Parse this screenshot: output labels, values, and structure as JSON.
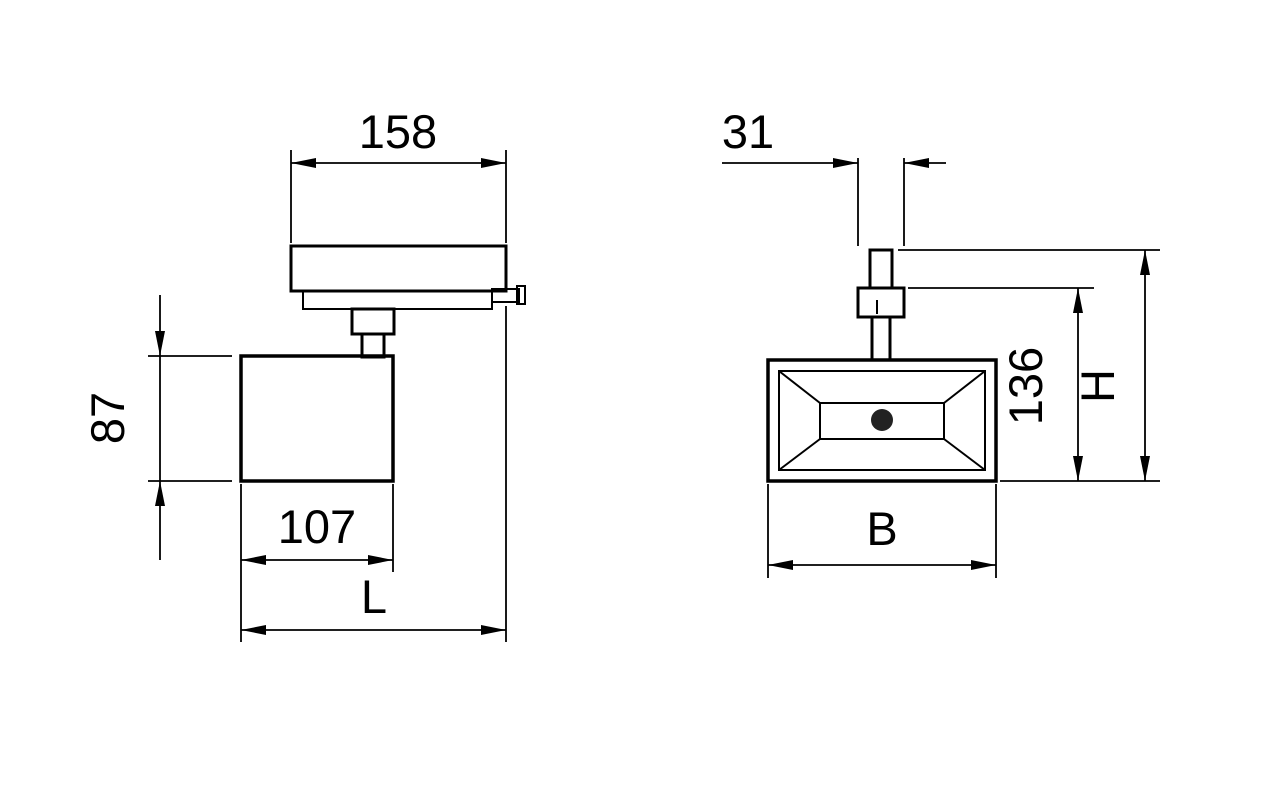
{
  "drawing": {
    "type": "technical-dimension-drawing",
    "subject": "track-mounted spotlight, side and front views",
    "views": {
      "side": {
        "label_track_width": "158",
        "label_body_height": "87",
        "label_body_width": "107",
        "label_overall_length": "L"
      },
      "front": {
        "label_stem_width": "31",
        "label_partial_height": "136",
        "label_overall_height": "H",
        "label_head_width": "B"
      }
    },
    "colors": {
      "line": "#000000",
      "background": "#ffffff"
    }
  }
}
